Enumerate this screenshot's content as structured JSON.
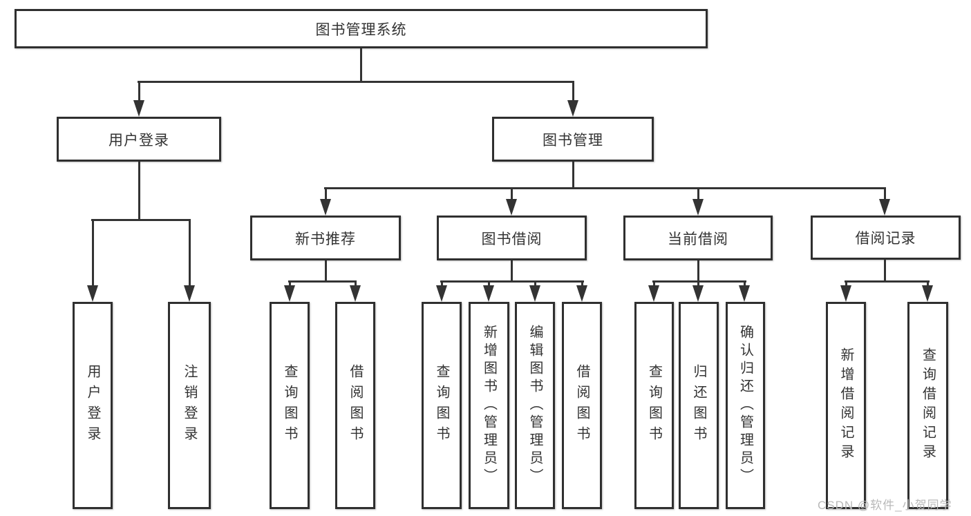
{
  "diagram": {
    "title": "图书管理系统",
    "watermark": "CSDN @软件_小贺同学",
    "colors": {
      "background": "#ffffff",
      "line": "#333333",
      "box_border": "#2f2f2f",
      "text": "#333333",
      "watermark_text": "#b9b9b9"
    },
    "nodes": {
      "root": {
        "label": "图书管理系统"
      },
      "user_login": {
        "label": "用户登录"
      },
      "book_mgmt": {
        "label": "图书管理"
      },
      "new_book_rec": {
        "label": "新书推荐"
      },
      "book_borrow": {
        "label": "图书借阅"
      },
      "current_borrow": {
        "label": "当前借阅"
      },
      "borrow_records": {
        "label": "借阅记录"
      },
      "leaf_user_login": {
        "label": "用户登录"
      },
      "leaf_logout": {
        "label": "注销登录"
      },
      "leaf_query_book_1": {
        "label": "查询图书"
      },
      "leaf_borrow_book_1": {
        "label": "借阅图书"
      },
      "leaf_query_book_2": {
        "label": "查询图书"
      },
      "leaf_add_book": {
        "label": "新增图书（管理员）"
      },
      "leaf_edit_book": {
        "label": "编辑图书（管理员）"
      },
      "leaf_borrow_book_2": {
        "label": "借阅图书"
      },
      "leaf_query_book_3": {
        "label": "查询图书"
      },
      "leaf_return_book": {
        "label": "归还图书"
      },
      "leaf_confirm_return": {
        "label": "确认归还（管理员）"
      },
      "leaf_add_record": {
        "label": "新增借阅记录"
      },
      "leaf_query_record": {
        "label": "查询借阅记录"
      }
    }
  }
}
